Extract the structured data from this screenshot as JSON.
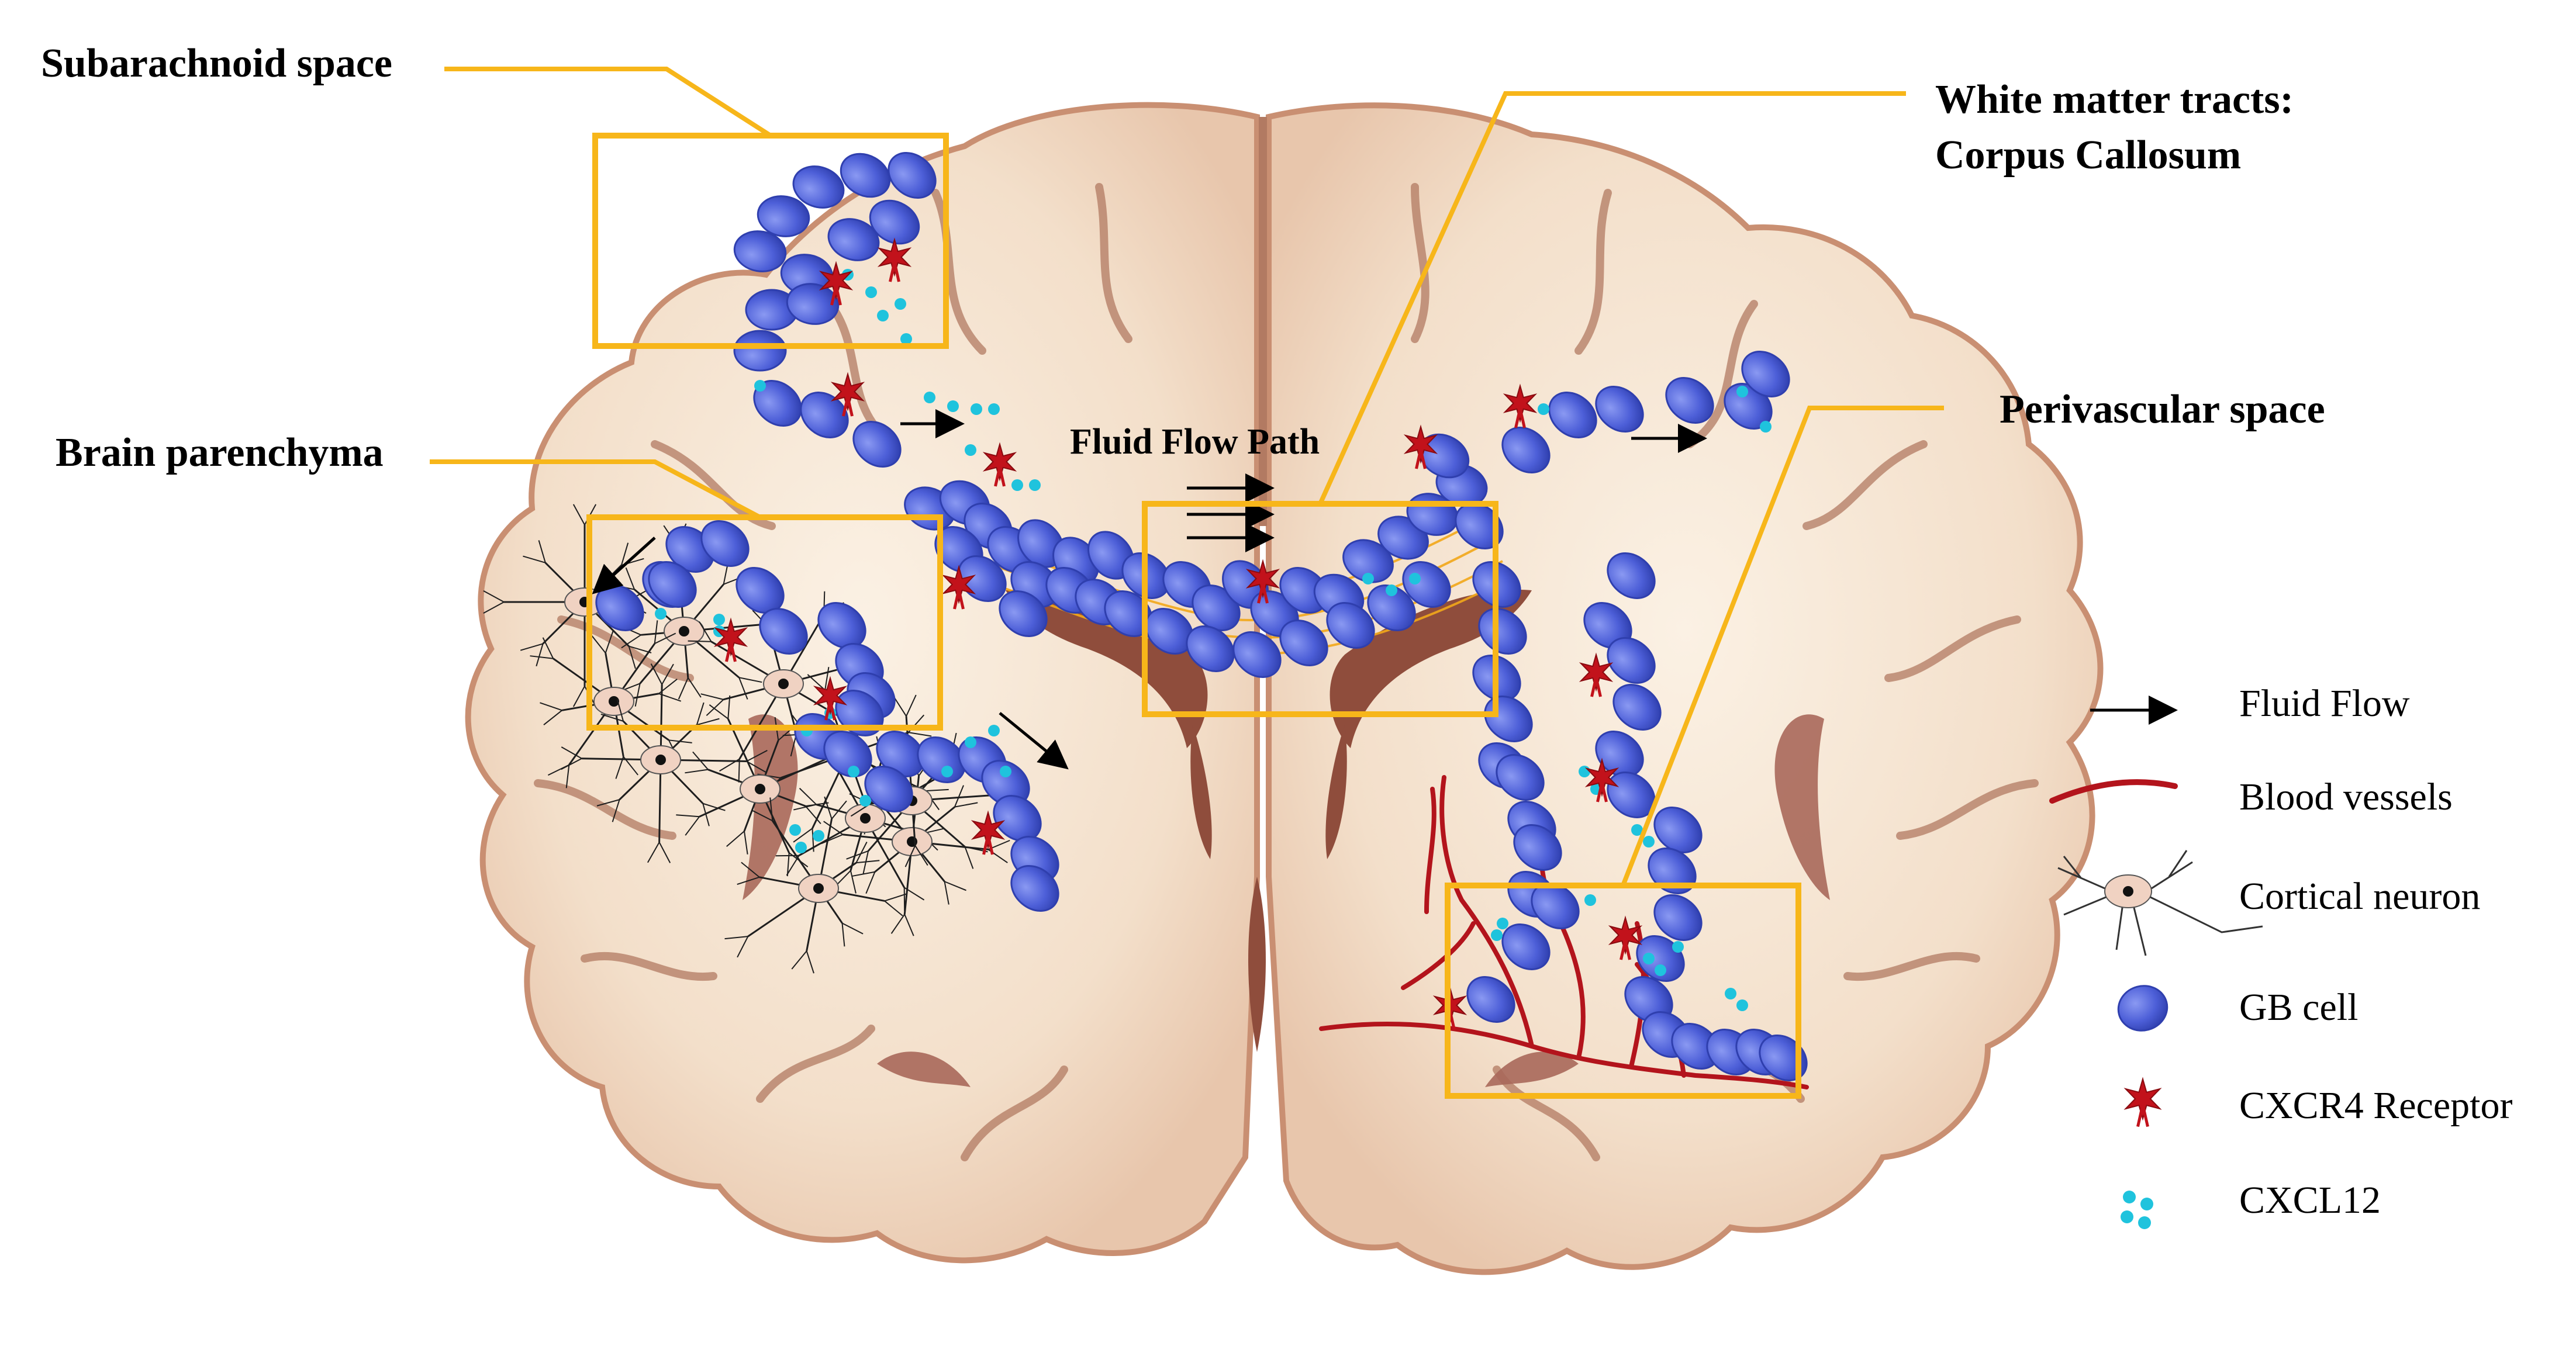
{
  "callouts": {
    "subarachnoid": "Subarachnoid space",
    "brain_parenchyma": "Brain parenchyma",
    "white_matter_line1": "White matter tracts:",
    "white_matter_line2": "Corpus Callosum",
    "perivascular": "Perivascular space"
  },
  "flow_title": "Fluid Flow Path",
  "legend": {
    "fluid_flow": "Fluid Flow",
    "blood_vessels": "Blood vessels",
    "cortical_neuron": "Cortical neuron",
    "gb_cell": "GB cell",
    "cxcr4": "CXCR4 Receptor",
    "cxcl12": "CXCL12"
  },
  "colors": {
    "brain_tissue": "#f4e2cf",
    "gyri_edge": "#d9a98c",
    "sulcus": "#a8685a",
    "ventricle": "#8f4d3c",
    "callout_box": "#f7b61a",
    "gb_cell": "#4d5fd8",
    "gb_cell_highlight": "#7f8ff0",
    "cxcr4": "#c2121b",
    "cxcl12": "#1fc3dd",
    "blood_vessel": "#b3141c",
    "neuron_body": "#f0d2c2",
    "neuron_dendrite": "#1e1e1e",
    "arrow": "#000000"
  },
  "icons": [
    "arrow-right-icon",
    "blood-vessel-icon",
    "neuron-icon",
    "gb-cell-icon",
    "cxcr4-receptor-icon",
    "cxcl12-dots-icon"
  ]
}
